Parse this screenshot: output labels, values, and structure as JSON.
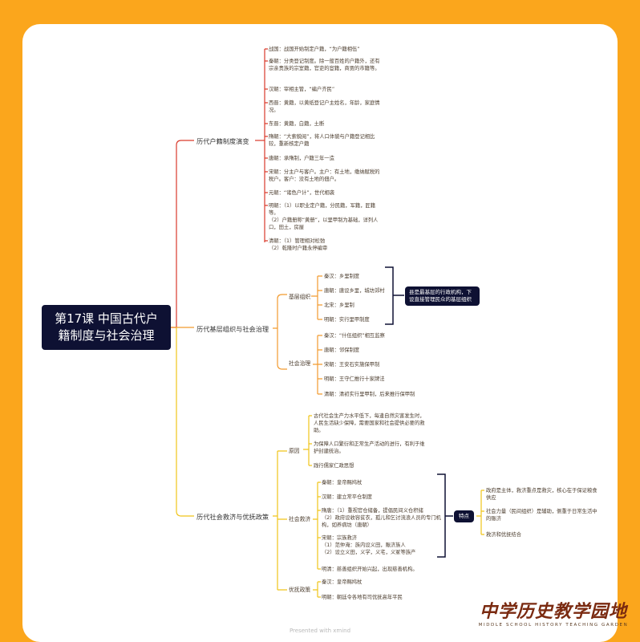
{
  "root": {
    "title": "第17课 中国古代户籍制度与社会治理"
  },
  "colors": {
    "background": "#fba61c",
    "branch1": "#d93a2b",
    "branch2": "#f29a2e",
    "branch3": "#f0c419",
    "node_dark": "#0e1133"
  },
  "branch1": {
    "label": "历代户籍制度演变",
    "items": [
      "战国：战国开始制定户籍，“为户籍相伍”",
      "秦朝：分类登记制度。除一般百姓的户籍外，还有宗亲贵族的宗室籍，官吏的宦籍，商贾的市籍等。",
      "汉朝：宰相主管，“编户齐民”",
      "西晋：黄籍，以黄纸登记户主姓名，年龄，家庭情况。",
      "东晋：黄籍，白籍，土断",
      "隋朝：“大索貌阅”，将人口体貌与户籍登记相比较，重新核定户籍",
      "唐朝：承隋制，户籍三年一造",
      "宋朝：分主户与客户。主户：有土地，缴纳赋税的税户。客户：没有土地的佃户。",
      "元朝：“诸色户计”，世代相袭",
      "明朝：（1）以职业定户籍，分民籍，军籍，匠籍等。\n（2）户籍册称“黄册”，以里甲制为基础，详列人口，田土，房屋",
      "清朝：（1）管理相对松弛\n（2）乾隆时户籍永停编审"
    ]
  },
  "branch2": {
    "label": "历代基层组织与社会治理",
    "groups": [
      {
        "label": "基层组织",
        "items": [
          "秦汉：乡里制度",
          "唐朝：唐设乡里，城坊郊村",
          "北宋：乡里制",
          "明朝：实行里甲制度"
        ],
        "summary": "县是最基层的行政机构，下设直接管理民众的基层组织"
      },
      {
        "label": "社会治理",
        "items": [
          "秦汉：“什伍组织”相互监察",
          "唐朝：邻保制度",
          "宋朝：王安石实施保甲制",
          "明朝：王守仁推行十家牌法",
          "清朝：清初实行里甲制，后来推行保甲制"
        ]
      }
    ]
  },
  "branch3": {
    "label": "历代社会救济与优抚政策",
    "groups": [
      {
        "label": "原因",
        "items": [
          "古代社会生产力水平低下，每逢自然灾害发生时，人民生活缺少保障，需要国家和社会提供必要的救助。",
          "为保障人口繁衍和正常生产活动的进行，有利于维护封建统治。",
          "践行儒家仁政思想"
        ]
      },
      {
        "label": "社会救济",
        "items": [
          "秦朝：皇帝赐鸠杖",
          "汉朝：建立常平仓制度",
          "隋唐：（1）重视官仓储备，提倡民间义仓积储\n（2）政府设收容贫衣，孤儿和乞讨流浪人员的专门机构，如养病坊（唐朝）",
          "宋朝：宗族救济\n（1）范仲淹：族内设义田，赈济族人\n（2）设立义田，义学，义宅，义冢等族产",
          "明清：慈善组织开始兴起，出现慈善机构。"
        ],
        "summary": {
          "label": "特点",
          "items": [
            "政府是主体，救济重点是救灾，核心在于保证粮食供应",
            "社会力量（民间组织）是辅助，侧重于日常生活中的赈济",
            "救济和优抚结合"
          ]
        }
      },
      {
        "label": "优抚政策",
        "items": [
          "秦汉：皇帝赐鸠杖",
          "明朝：朝廷令各地有司优抚高年平民"
        ]
      }
    ]
  },
  "footer": {
    "text": "Presented with xmind"
  },
  "logo": {
    "cn": "中学历史教学园地",
    "en": "MIDDLE SCHOOL HISTORY TEACHING GARDEN"
  }
}
